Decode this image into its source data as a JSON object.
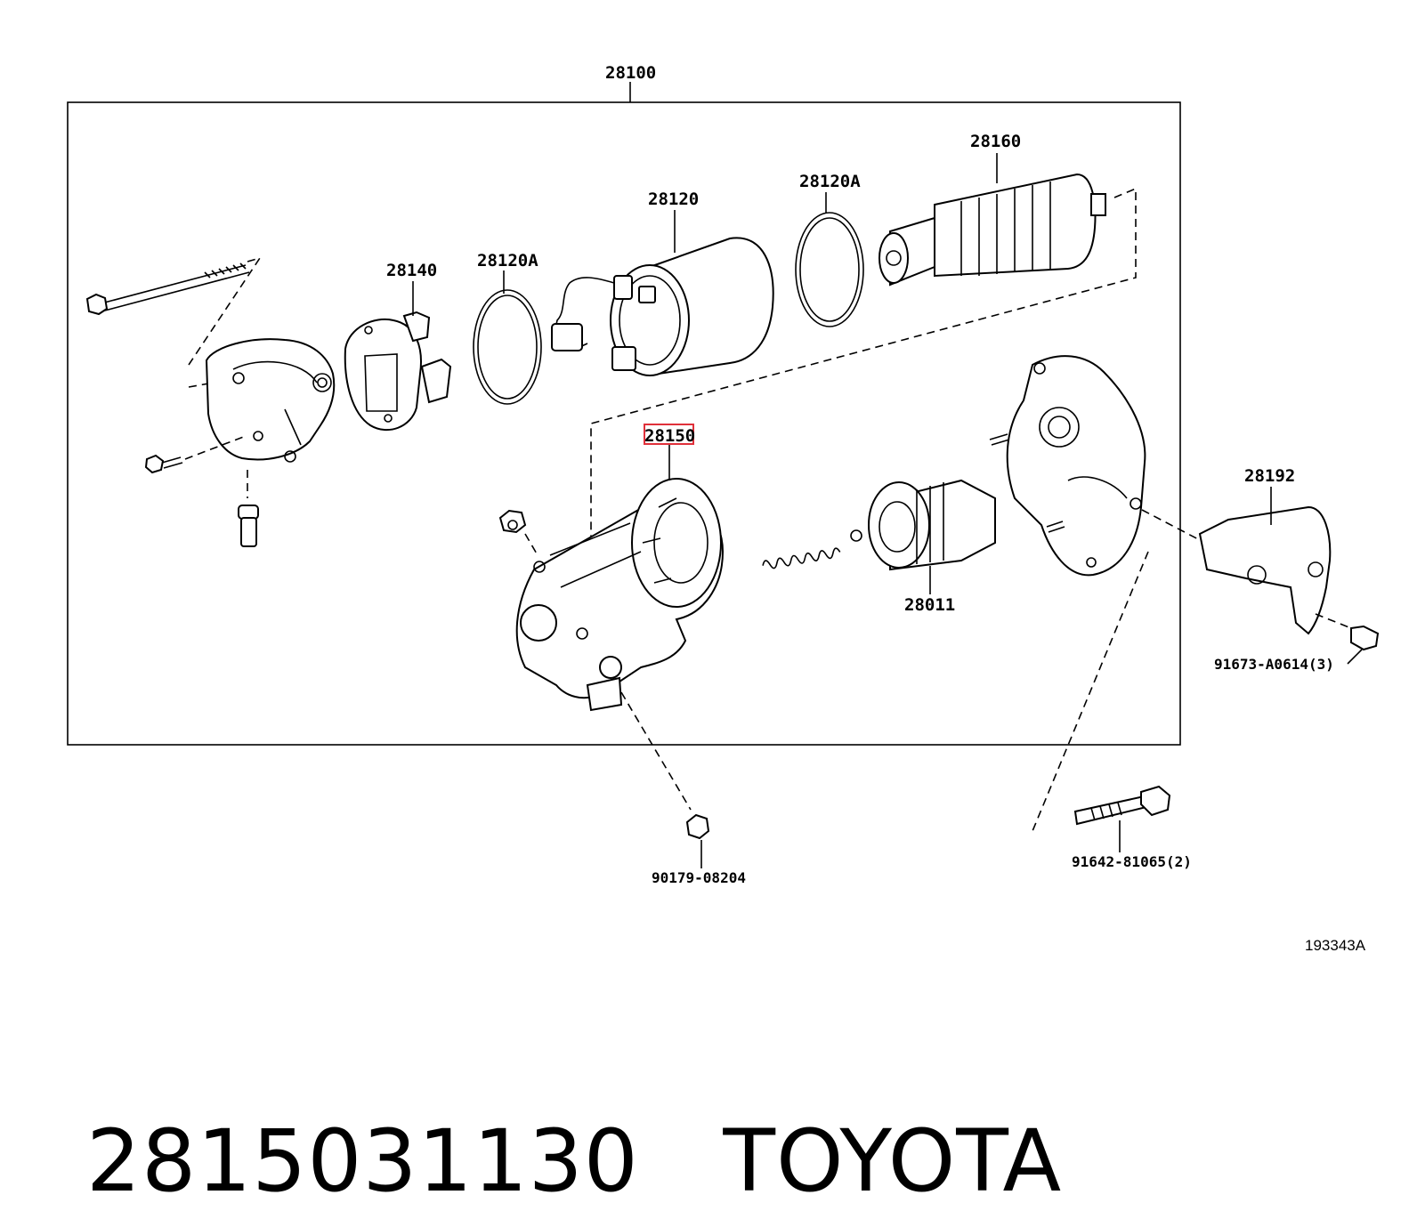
{
  "diagram": {
    "assembly_label": "28100",
    "part_labels": {
      "p28160": "28160",
      "p28120": "28120",
      "p28120a_right": "28120A",
      "p28120a_left": "28120A",
      "p28140": "28140",
      "p28150": "28150",
      "p28192": "28192",
      "p28011": "28011",
      "bolt_91673": "91673-A0614(3)",
      "nut_90179": "90179-08204",
      "bolt_91642": "91642-81065(2)"
    },
    "highlighted_part": "28150",
    "highlight_color": "#e0303a",
    "drawing_code": "193343A"
  },
  "caption": {
    "part_number": "2815031130",
    "brand": "TOYOTA"
  }
}
